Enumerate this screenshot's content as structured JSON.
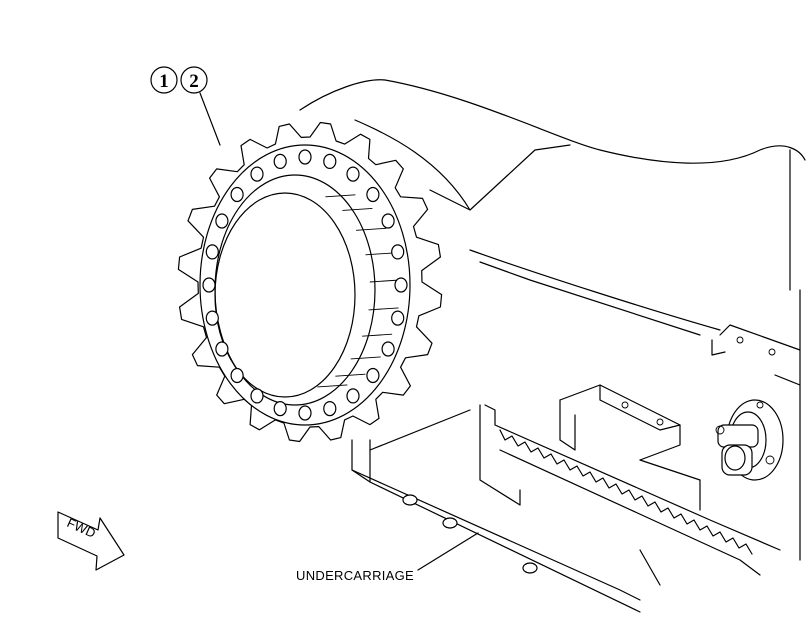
{
  "callouts": [
    {
      "number": "1"
    },
    {
      "number": "2"
    }
  ],
  "labels": {
    "undercarriage": "UNDERCARRIAGE"
  },
  "direction_arrow": {
    "text": "FWD"
  },
  "colors": {
    "line": "#000000",
    "background": "#ffffff"
  }
}
